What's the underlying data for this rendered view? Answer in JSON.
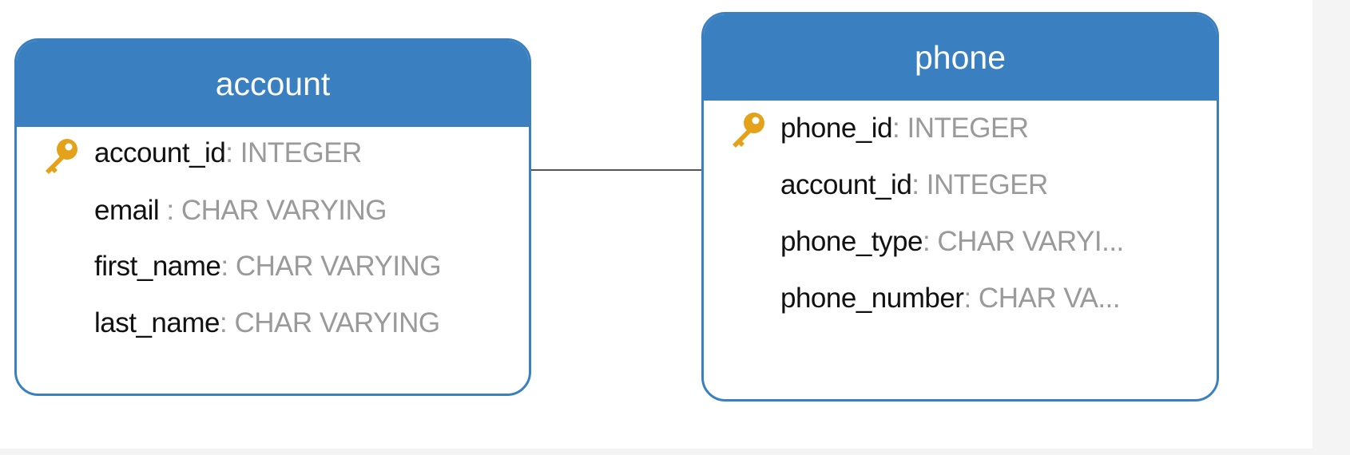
{
  "tables": [
    {
      "title": "account",
      "columns": [
        {
          "name": "account_id",
          "sep": ": ",
          "type": "INTEGER",
          "primary_key": true
        },
        {
          "name": "email",
          "sep": " : ",
          "type": "CHAR VARYING",
          "primary_key": false
        },
        {
          "name": "first_name",
          "sep": ": ",
          "type": "CHAR VARYING",
          "primary_key": false
        },
        {
          "name": "last_name",
          "sep": ": ",
          "type": "CHAR VARYING",
          "primary_key": false
        }
      ]
    },
    {
      "title": "phone",
      "columns": [
        {
          "name": "phone_id",
          "sep": ": ",
          "type": "INTEGER",
          "primary_key": true
        },
        {
          "name": "account_id",
          "sep": ": ",
          "type": "INTEGER",
          "primary_key": false
        },
        {
          "name": "phone_type",
          "sep": ": ",
          "type": "CHAR VARYI...",
          "primary_key": false
        },
        {
          "name": "phone_number",
          "sep": ": ",
          "type": "CHAR VA...",
          "primary_key": false
        }
      ]
    }
  ],
  "colors": {
    "header": "#3a80c0",
    "key": "#e3a21a",
    "connector": "#555555"
  }
}
